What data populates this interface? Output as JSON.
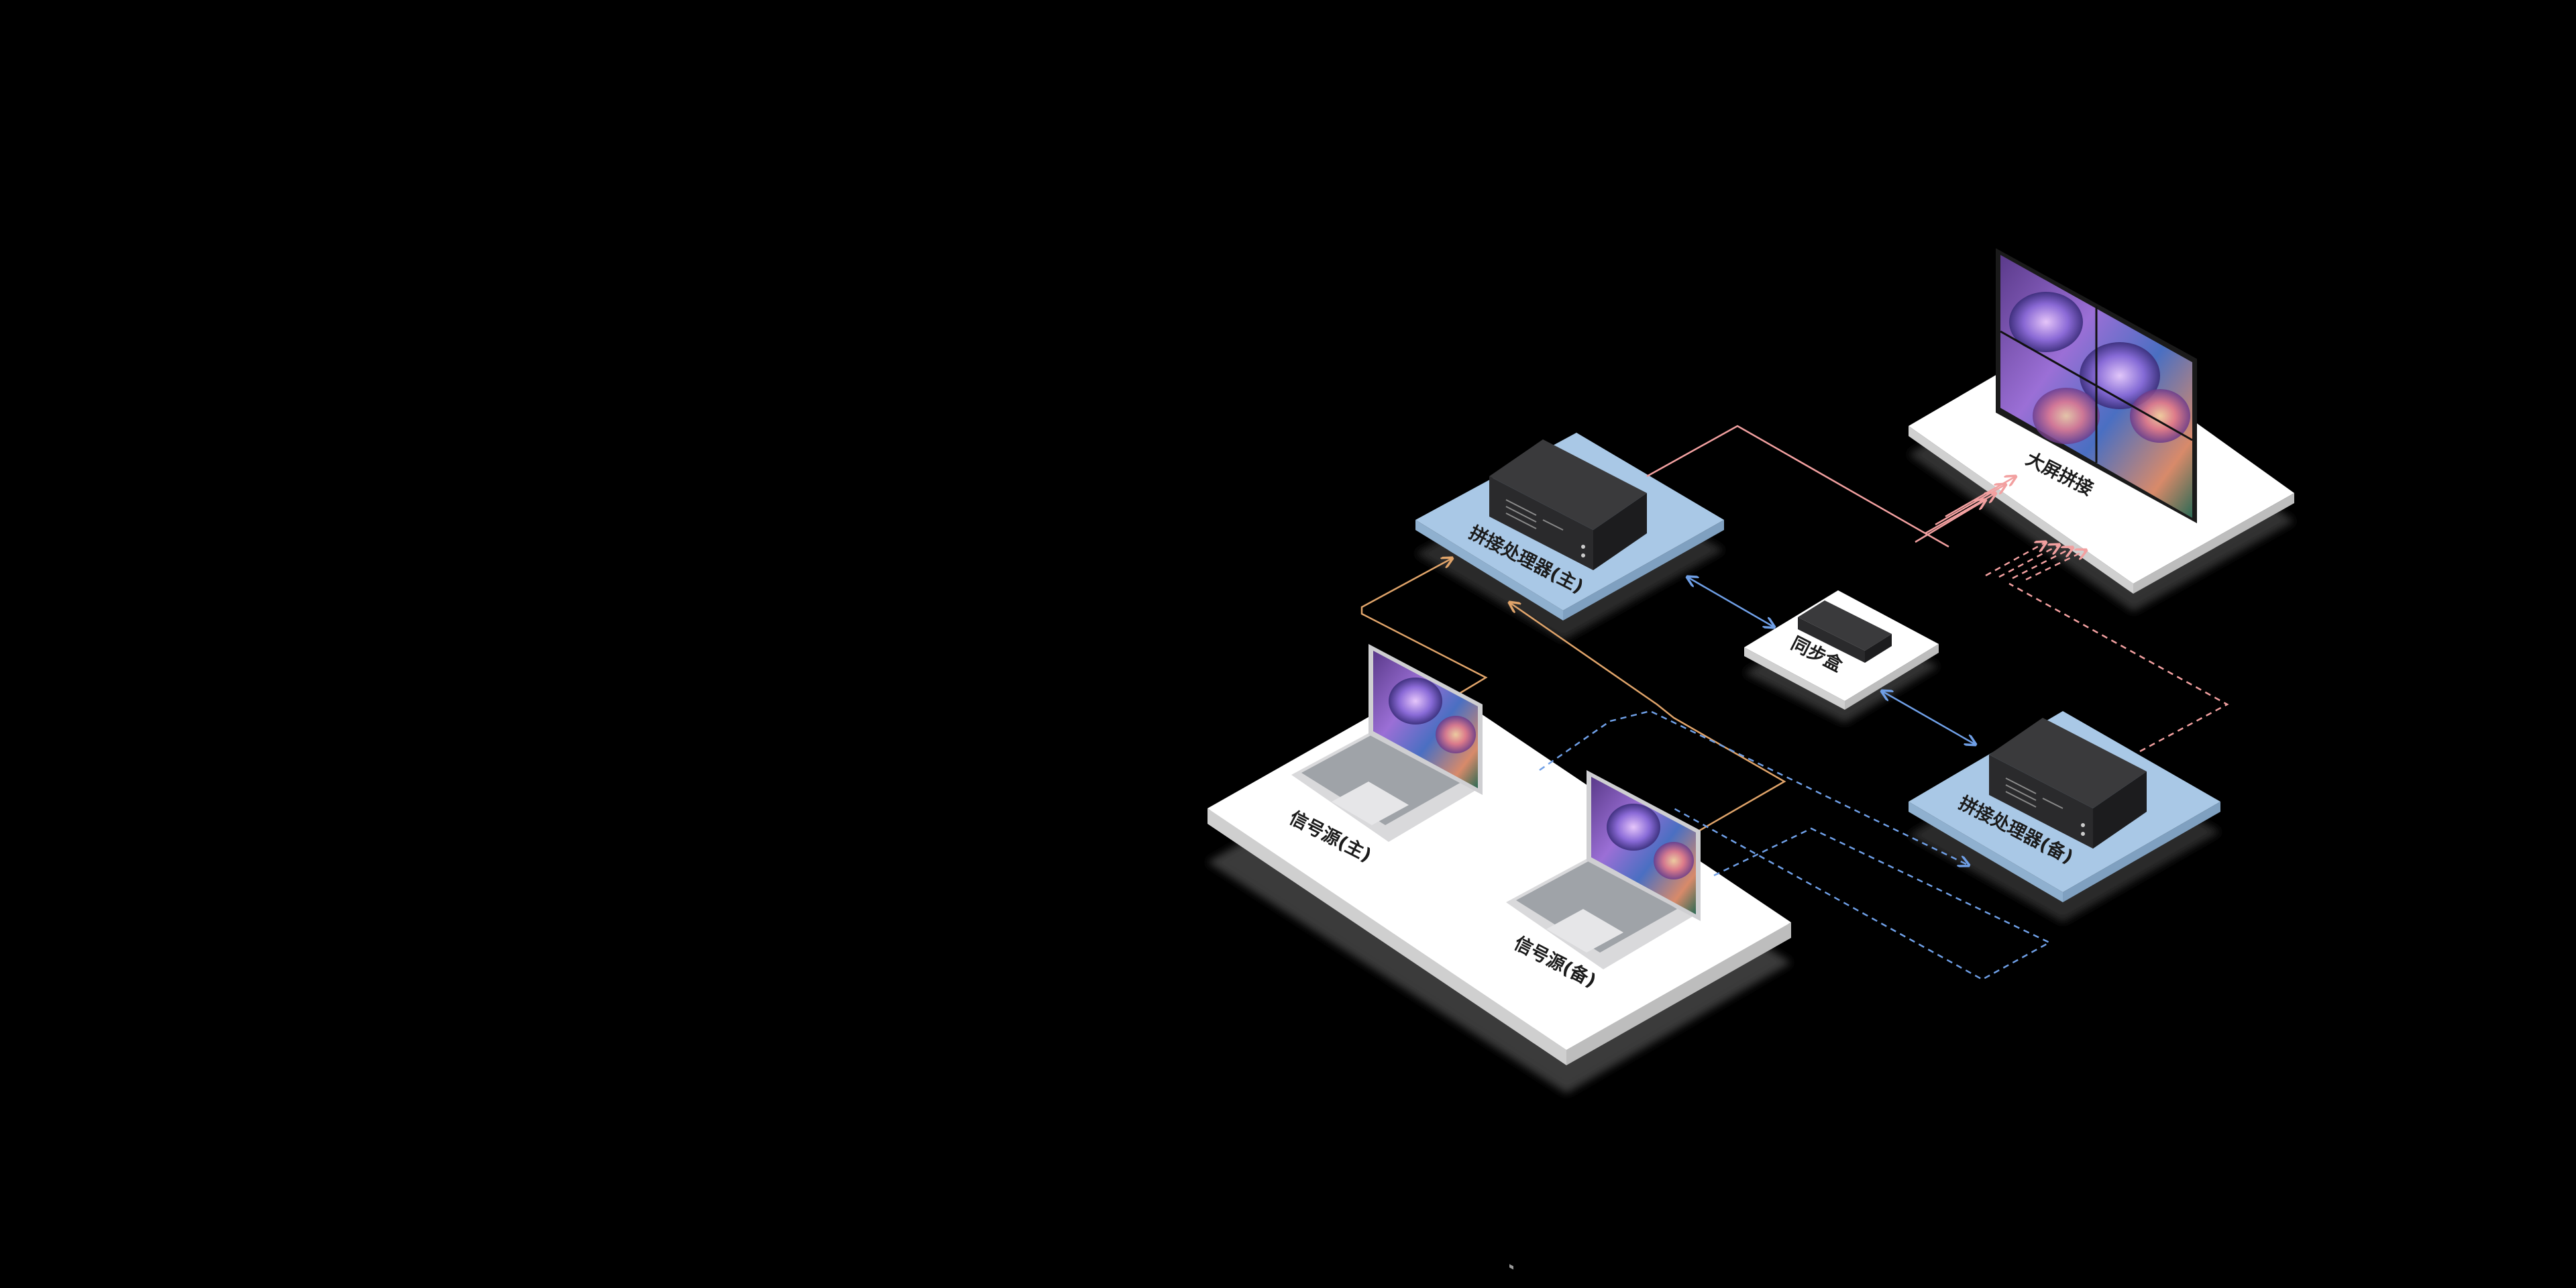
{
  "diagram": {
    "labels": {
      "processor_main": "拼接处理器(主)",
      "processor_backup": "拼接处理器(备)",
      "video_wall": "大屏拼接",
      "sync_box": "同步盒",
      "source_main": "信号源(主)",
      "source_backup": "信号源(备)"
    },
    "colors": {
      "background": "#000000",
      "platform_white": "#ffffff",
      "platform_blue": "#a9c8e6",
      "link_orange": "#e0a46a",
      "link_pink": "#f2a0a0",
      "link_blue": "#6f9fe6",
      "device_body": "#2d2d2f"
    },
    "icons": [
      "laptop-icon",
      "video-processor-icon",
      "sync-box-icon",
      "video-wall-icon"
    ]
  }
}
